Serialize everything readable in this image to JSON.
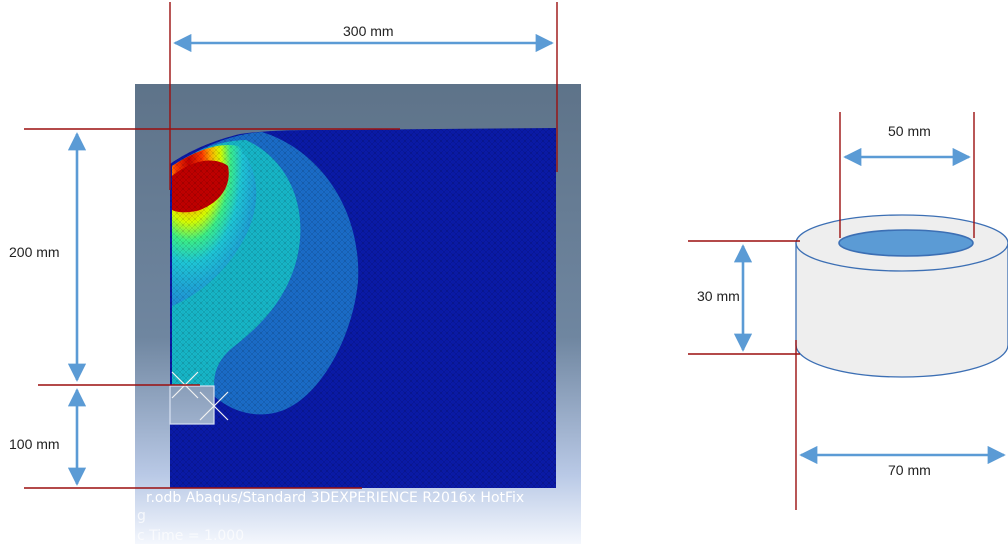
{
  "fe_model": {
    "label_width": "300 mm",
    "label_height_upper": "200 mm",
    "label_height_lower": "100 mm",
    "viewport_footer": "r.odb    Abaqus/Standard 3DEXPERIENCE R2016x HotFix",
    "viewport_footer_step": "g",
    "viewport_footer_time": "c Time =    1.000"
  },
  "cylinder": {
    "label_inner_diameter": "50 mm",
    "label_height": "30 mm",
    "label_outer_diameter": "70 mm"
  },
  "colors": {
    "dimension_line": "#9b0f0f",
    "arrow": "#5b9bd5",
    "mesh_background": "#0a1aa8",
    "viewport_gray": "#5e7389",
    "cylinder_fill": "#eeeeee",
    "cylinder_hole": "#5b9bd5"
  }
}
